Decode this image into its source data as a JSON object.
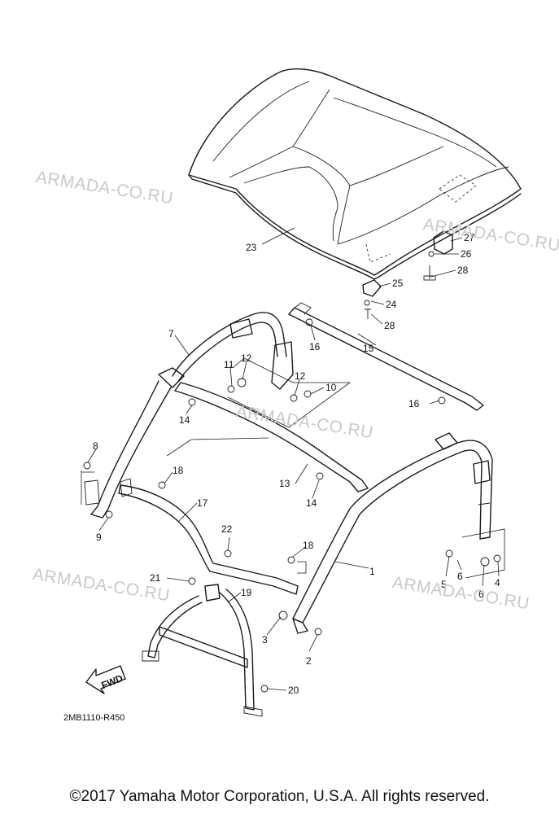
{
  "watermarks": [
    "ARMADA-CO.RU",
    "ARMADA-CO.RU",
    "ARMADA-CO.RU",
    "ARMADA-CO.RU",
    "ARMADA-CO.RU"
  ],
  "callouts": [
    "1",
    "2",
    "3",
    "4",
    "5",
    "6",
    "6",
    "7",
    "8",
    "9",
    "10",
    "11",
    "12",
    "12",
    "13",
    "14",
    "14",
    "15",
    "16",
    "16",
    "17",
    "18",
    "18",
    "19",
    "20",
    "21",
    "22",
    "23",
    "24",
    "25",
    "26",
    "27",
    "28",
    "28"
  ],
  "direction_label": "FWD",
  "diagram_code": "2MB1110-R450",
  "copyright": "©2017 Yamaha Motor Corporation, U.S.A. All rights reserved."
}
